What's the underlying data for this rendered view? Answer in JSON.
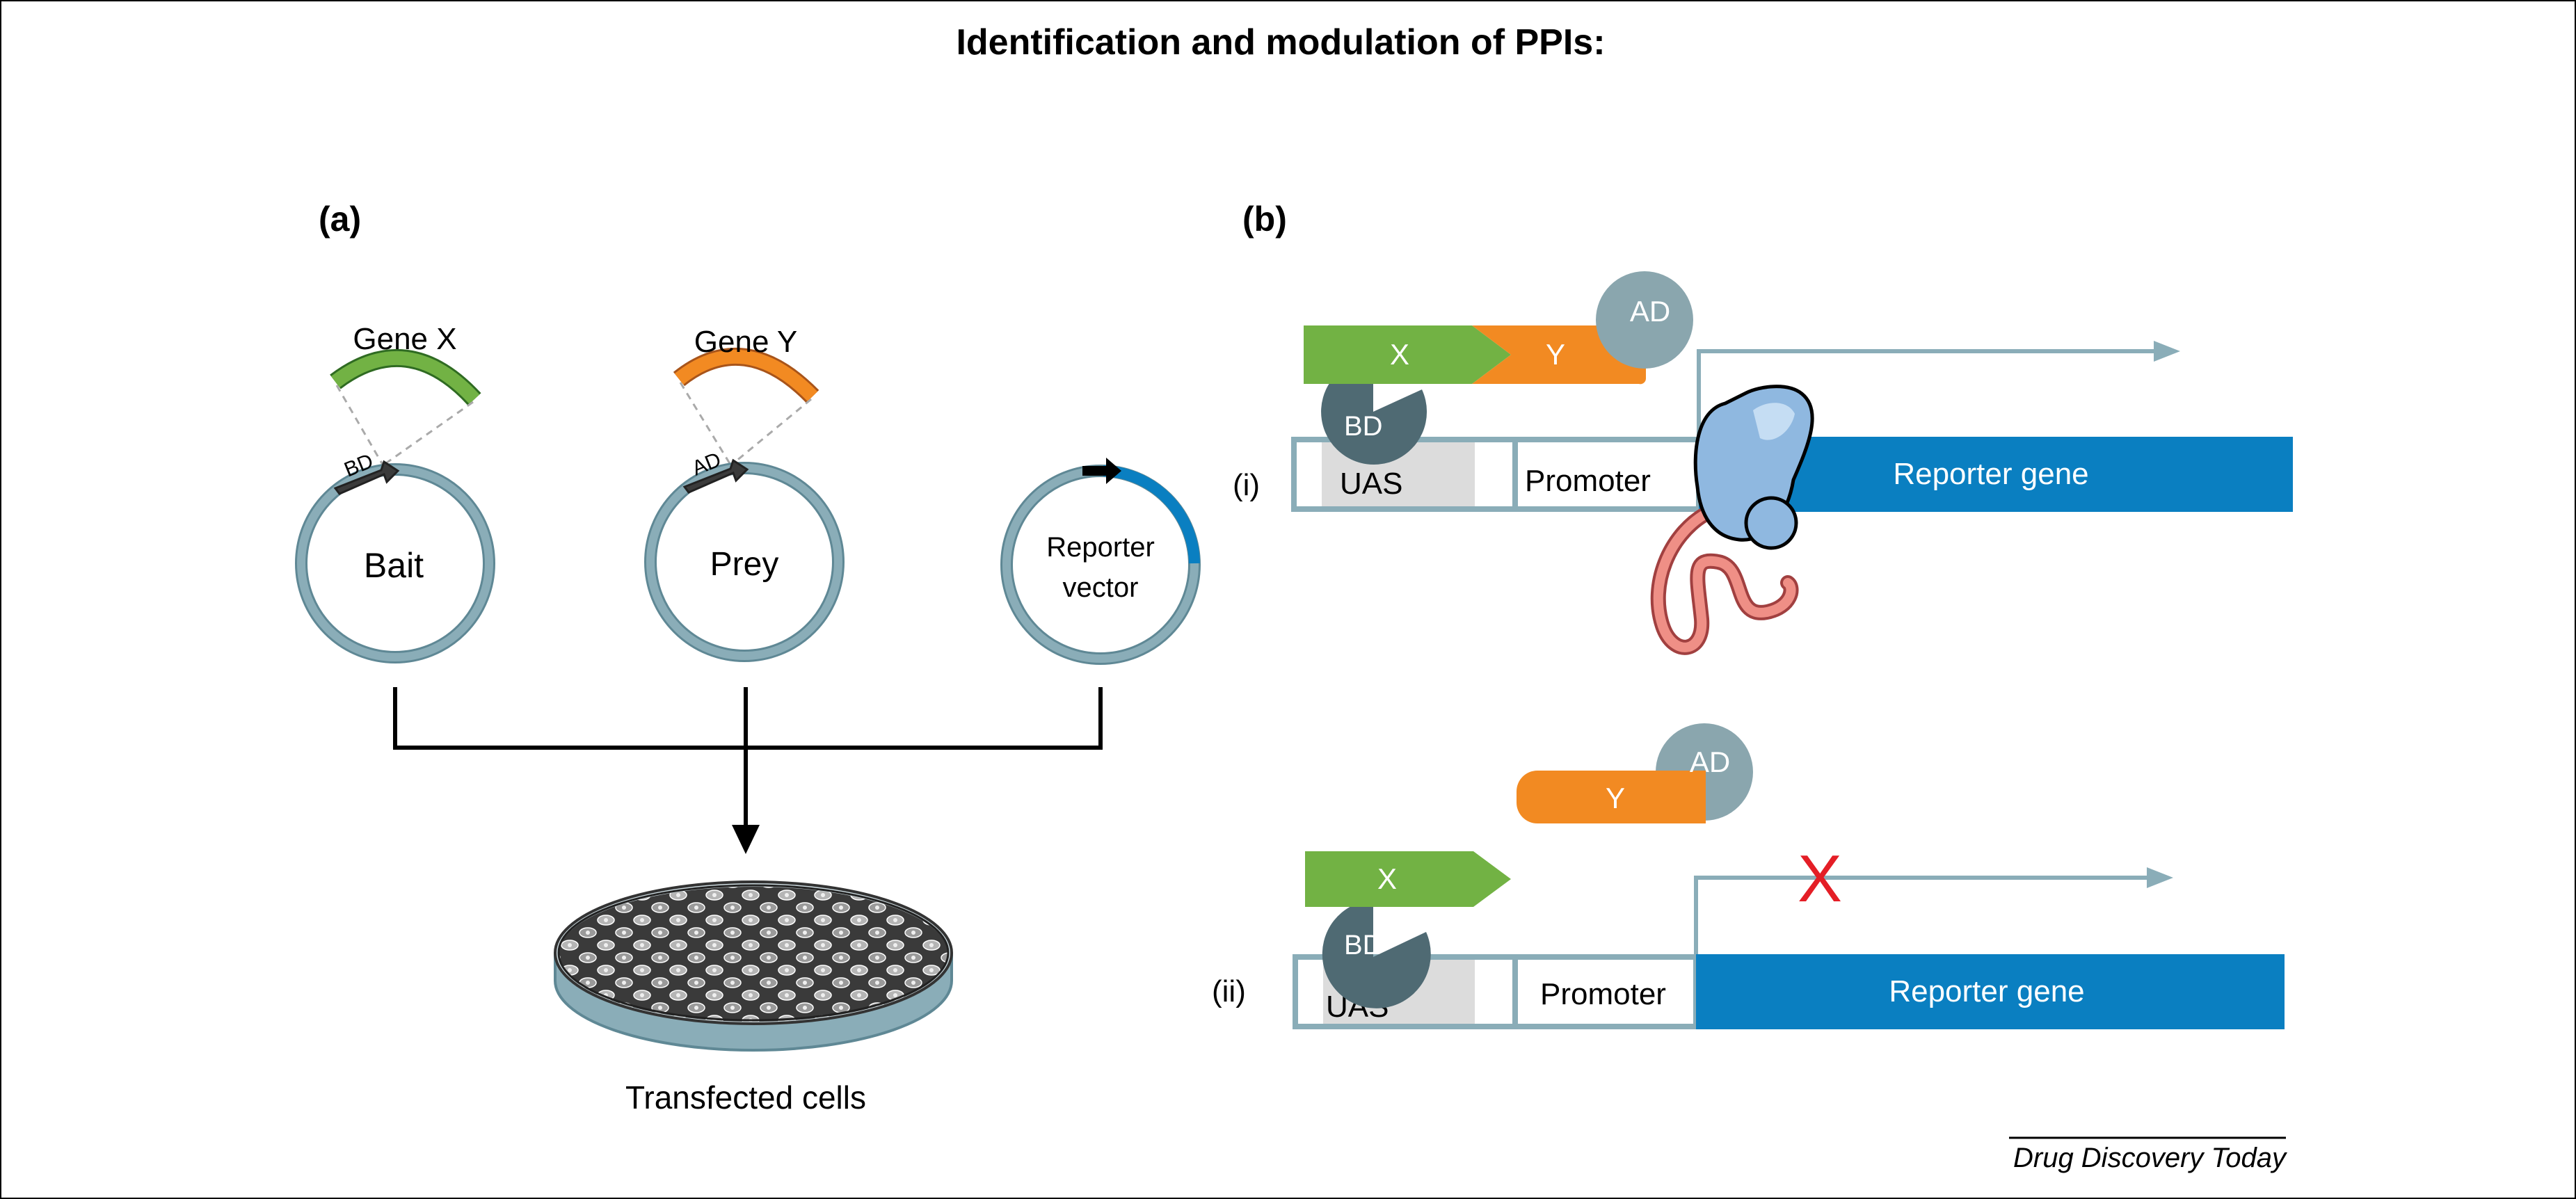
{
  "title": "Identification and modulation of PPIs:",
  "panel_a": {
    "label": "(a)",
    "gene_x": "Gene X",
    "gene_y": "Gene Y",
    "bd_tag": "BD",
    "ad_tag": "AD",
    "bait": "Bait",
    "prey": "Prey",
    "reporter_line1": "Reporter",
    "reporter_line2": "vector",
    "cells_label": "Transfected cells"
  },
  "panel_b": {
    "label": "(b)",
    "row_i": {
      "label": "(i)",
      "x": "X",
      "y": "Y",
      "ad": "AD",
      "bd": "BD",
      "uas": "UAS",
      "promoter": "Promoter",
      "reporter": "Reporter gene"
    },
    "row_ii": {
      "label": "(ii)",
      "x": "X",
      "y": "Y",
      "ad": "AD",
      "bd": "BD",
      "uas": "UAS",
      "promoter": "Promoter",
      "reporter": "Reporter gene",
      "blocked_mark": "X"
    }
  },
  "footer": {
    "journal": "Drug Discovery Today"
  },
  "colors": {
    "green": "#72b244",
    "orange": "#f28a22",
    "blue": "#0a7fc1",
    "plasmid": "#8aadb8",
    "dark_slate": "#4f6a73",
    "light_slate": "#8aa6ae",
    "red": "#e41e26"
  }
}
